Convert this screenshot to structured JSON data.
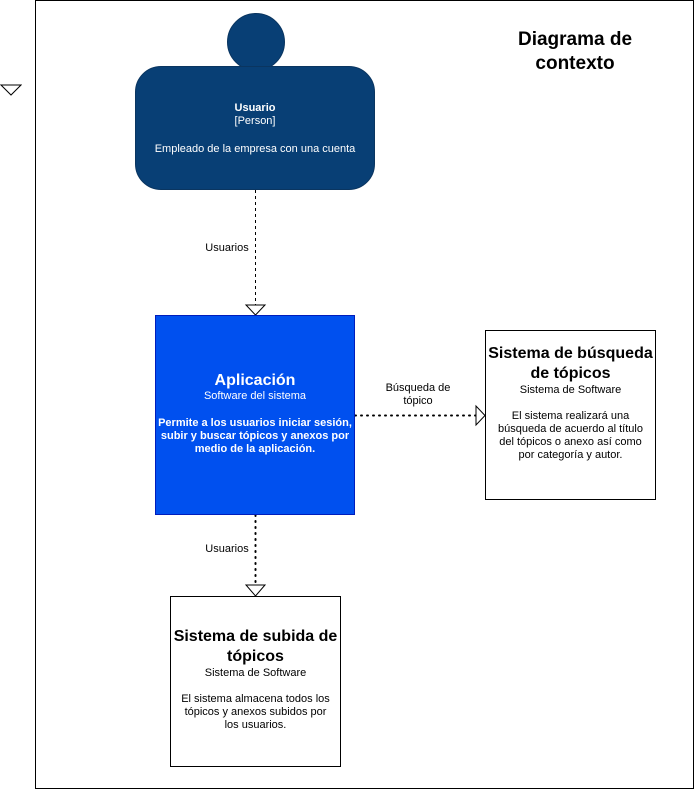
{
  "diagram": {
    "title": "Diagrama de contexto",
    "person": {
      "name": "Usuario",
      "type": "[Person]",
      "description": "Empleado de la empresa con una cuenta"
    },
    "app": {
      "name": "Aplicación",
      "type": "Software del sistema",
      "description": "Permite a los usuarios iniciar sesión, subir y buscar tópicos y anexos por medio de la aplicación."
    },
    "search_system": {
      "name": "Sistema de búsqueda de tópicos",
      "type": "Sistema de Software",
      "description": "El sistema realizará una búsqueda de acuerdo al título del tópicos o anexo así como por categoría y autor."
    },
    "upload_system": {
      "name": "Sistema de subida de tópicos",
      "type": "Sistema de Software",
      "description": "El sistema almacena todos los tópicos y anexos subidos por los usuarios."
    },
    "edges": {
      "person_to_app": "Usuarios",
      "app_to_search": "Búsqueda de tópico",
      "app_to_upload": "Usuarios"
    }
  },
  "colors": {
    "person_fill": "#083f75",
    "app_fill": "#0050ef",
    "external_fill": "#ffffff",
    "border": "#000000"
  }
}
